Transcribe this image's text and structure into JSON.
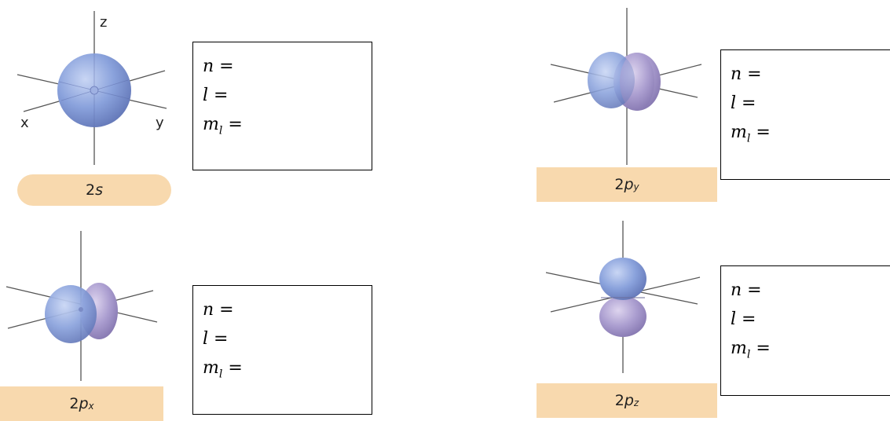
{
  "orbitals": [
    {
      "id": "2s",
      "label_number": "2",
      "label_letter": "s",
      "label_subscript": "",
      "axis_labels": {
        "z": "z",
        "x": "x",
        "y": "y"
      },
      "quantum_labels": {
        "n": "n =",
        "l": "l =",
        "ml_main": "m",
        "ml_sub": "l",
        "ml_eq": " ="
      }
    },
    {
      "id": "2py",
      "label_number": "2",
      "label_letter": "p",
      "label_subscript": "y",
      "quantum_labels": {
        "n": "n =",
        "l": "l =",
        "ml_main": "m",
        "ml_sub": "l",
        "ml_eq": " ="
      }
    },
    {
      "id": "2px",
      "label_number": "2",
      "label_letter": "p",
      "label_subscript": "x",
      "quantum_labels": {
        "n": "n =",
        "l": "l =",
        "ml_main": "m",
        "ml_sub": "l",
        "ml_eq": " ="
      }
    },
    {
      "id": "2pz",
      "label_number": "2",
      "label_letter": "p",
      "label_subscript": "z",
      "quantum_labels": {
        "n": "n =",
        "l": "l =",
        "ml_main": "m",
        "ml_sub": "l",
        "ml_eq": " ="
      }
    }
  ],
  "colors": {
    "lobe_blue": "#7f97d6",
    "lobe_purple": "#a89ccc",
    "axis": "#555555",
    "banner": "#f8d9ae"
  }
}
